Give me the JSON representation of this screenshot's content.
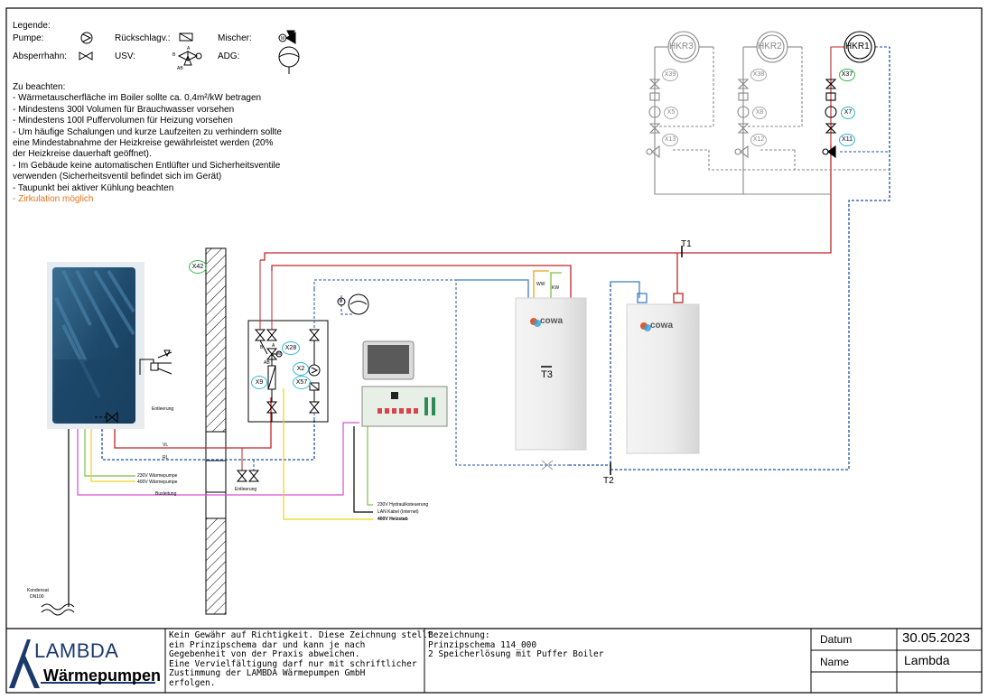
{
  "legend": {
    "title": "Legende:",
    "pump": "Pumpe:",
    "check_valve": "Rückschlagv.:",
    "mixer": "Mischer:",
    "shutoff": "Absperrhahn:",
    "usv": "USV:",
    "adg": "ADG:",
    "usv_b": "B",
    "usv_a": "A",
    "usv_ab": "AB",
    "mixer_m": "M"
  },
  "notes": {
    "title": "Zu beachten:",
    "lines": [
      "- Wärmetauscherfläche im Boiler sollte ca. 0,4m²/kW betragen",
      "- Mindestens 300l Volumen für Brauchwasser vorsehen",
      "- Mindestens 100l Puffervolumen für Heizung vorsehen",
      "- Um häufige Schalungen und kurze Laufzeiten zu verhindern sollte",
      "eine Mindestabnahme der Heizkreise gewährleistet werden (20%",
      "der Heizkreise dauerhaft geöffnet).",
      "- Im Gebäude keine automatischen Entlüfter und Sicherheitsventile",
      "verwenden (Sicherheitsventil befindet sich im Gerät)",
      "- Taupunkt bei aktiver Kühlung beachten"
    ],
    "highlight": "- Zirkulation möglich",
    "highlight_color": "#e8731e"
  },
  "heating_circuits": [
    {
      "name": "HKR3",
      "sensor": "X39",
      "pump": "X5",
      "mixer": "X13"
    },
    {
      "name": "HKR2",
      "sensor": "X38",
      "pump": "X8",
      "mixer": "X12"
    },
    {
      "name": "HKR1",
      "sensor": "X37",
      "pump": "X7",
      "mixer": "X11"
    }
  ],
  "sensors": {
    "t1": "T1",
    "t2": "T2",
    "t3": "T3",
    "x42": "X42",
    "x28": "X28",
    "x2": "X2",
    "x57": "X57",
    "x9": "X9"
  },
  "tanks": {
    "brand": "cowa",
    "ww": "WW",
    "kw": "KW"
  },
  "pipes": {
    "vl": "VL",
    "rl": "RL",
    "entleerung_unit": "Entleerung",
    "entleerung_wall": "Entleerung",
    "power_wp_230": "230V Wärmepumpe",
    "power_wp_400": "400V Wärmepumpe",
    "busleitung": "Busleitung",
    "ctrl_230": "230V Hydrauliksteuerung",
    "ctrl_lan": "LAN Kabel (Internet)",
    "ctrl_400": "400V Heizstab",
    "kondensat": "Kondensat",
    "dn": "DN100",
    "usv_a": "A",
    "usv_b": "B",
    "usv_ab": "AB",
    "m": "M",
    "p": "P"
  },
  "colors": {
    "supply": "#c0262a",
    "return": "#1f4fa8",
    "return_light": "#3d7fc0",
    "power": "#7cc142",
    "bus": "#d050d0",
    "heater": "#f0d21a",
    "heatpump": "#1e4d72",
    "badge_green": "#3cb44a",
    "badge_cyan": "#2fb5d8"
  },
  "title_block": {
    "logo_main": "LAMBDA",
    "logo_sub": "Wärmepumpen",
    "disclaimer": [
      "Kein Gewähr auf Richtigkeit. Diese Zeichnung stellt",
      "ein Prinzipschema dar und kann je nach",
      "Gegebenheit von der Praxis abweichen.",
      "Eine Vervielfältigung darf nur mit schriftlicher",
      "Zustimmung der LAMBDA Wärmepumpen GmbH",
      "erfolgen."
    ],
    "bezeichnung_label": "Bezeichnung:",
    "bezeichnung_lines": [
      "Prinzipschema 114_000",
      "2 Speicherlösung mit Puffer Boiler"
    ],
    "datum_label": "Datum",
    "datum_value": "30.05.2023",
    "name_label": "Name",
    "name_value": "Lambda"
  }
}
